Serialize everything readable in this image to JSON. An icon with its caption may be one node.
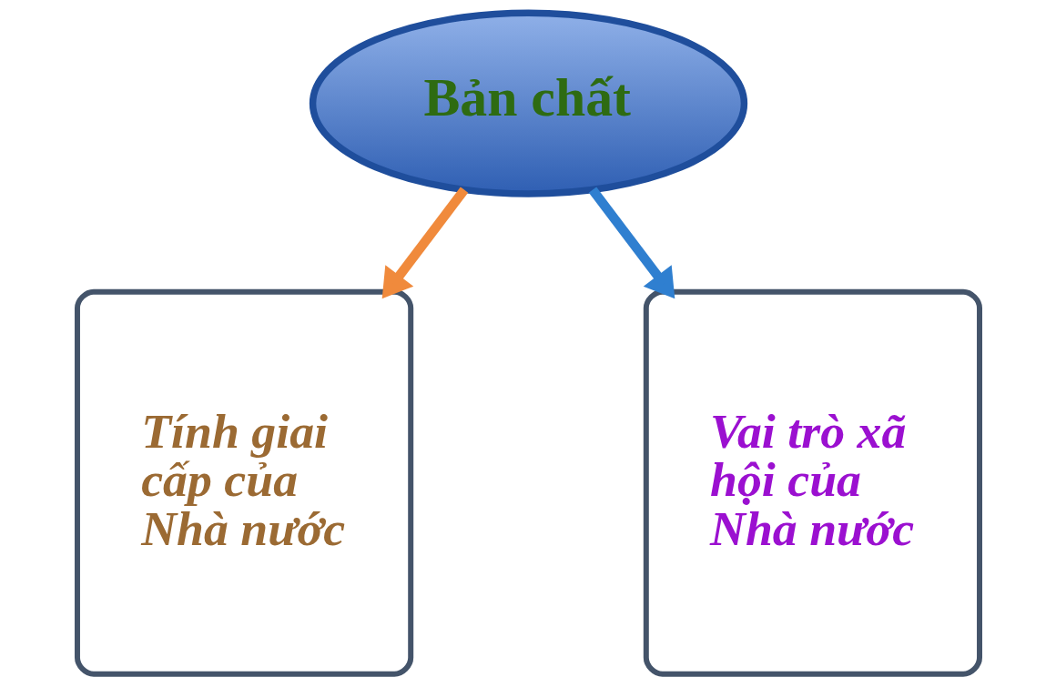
{
  "diagram": {
    "nodes": [
      {
        "text": [
          "Bản chất"
        ]
      },
      {
        "text": [
          "Tính giai cấp của Nhà nước"
        ]
      },
      {
        "text": [
          "Vai trò xã hội của Nhà nước"
        ]
      }
    ],
    "edges": [
      {
        "from": 0,
        "to": 1,
        "arrow": "to",
        "color": "#f08a3c"
      },
      {
        "from": 0,
        "to": 2,
        "arrow": "to",
        "color": "#2f7fd0"
      }
    ]
  }
}
